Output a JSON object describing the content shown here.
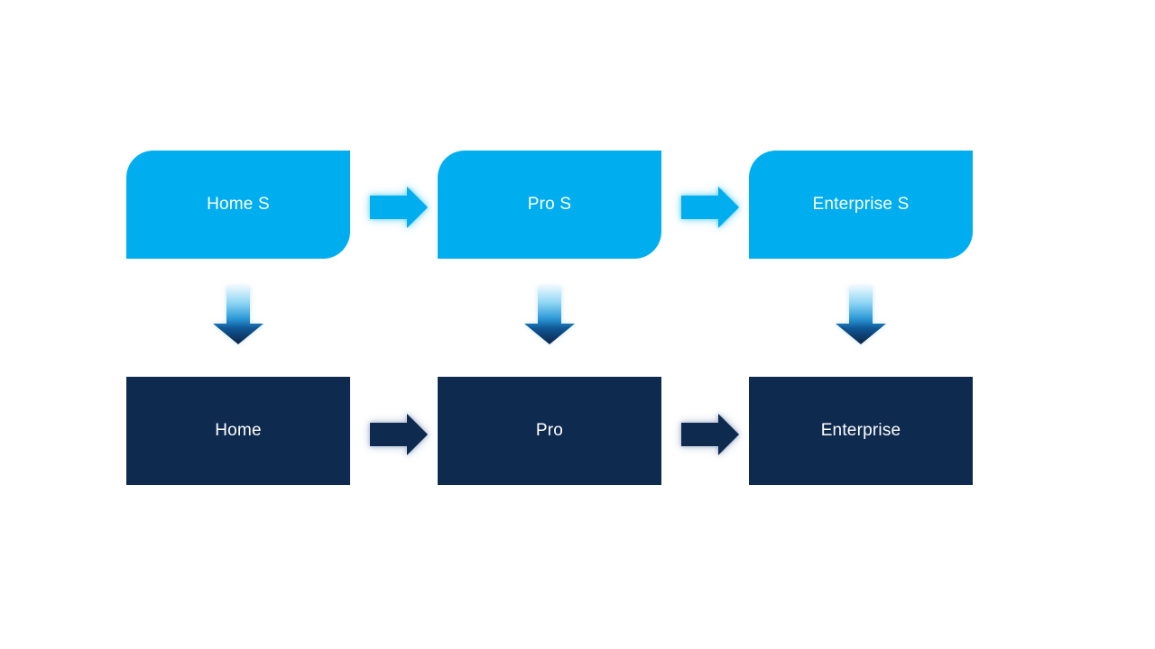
{
  "diagram": {
    "background_color": "#FFFFFF",
    "colors": {
      "top_box": "#00AEEF",
      "bottom_box": "#0E2A4F",
      "label_text": "#FFFFFF",
      "top_arrow_glow": "#8DDBF9",
      "bottom_arrow_glow": "#B0BED4"
    },
    "down_arrow_gradient": {
      "stops": [
        "#E8F7FD",
        "#8FD6F4",
        "#2D9AD8",
        "#0F5896",
        "#0C2448"
      ]
    },
    "icons": {
      "right_arrow": "block-right-arrow",
      "down_arrow": "block-down-arrow"
    },
    "columns": [
      {
        "top": {
          "label": "Home S"
        },
        "bottom": {
          "label": "Home"
        }
      },
      {
        "top": {
          "label": "Pro S"
        },
        "bottom": {
          "label": "Pro"
        }
      },
      {
        "top": {
          "label": "Enterprise S"
        },
        "bottom": {
          "label": "Enterprise"
        }
      }
    ]
  }
}
